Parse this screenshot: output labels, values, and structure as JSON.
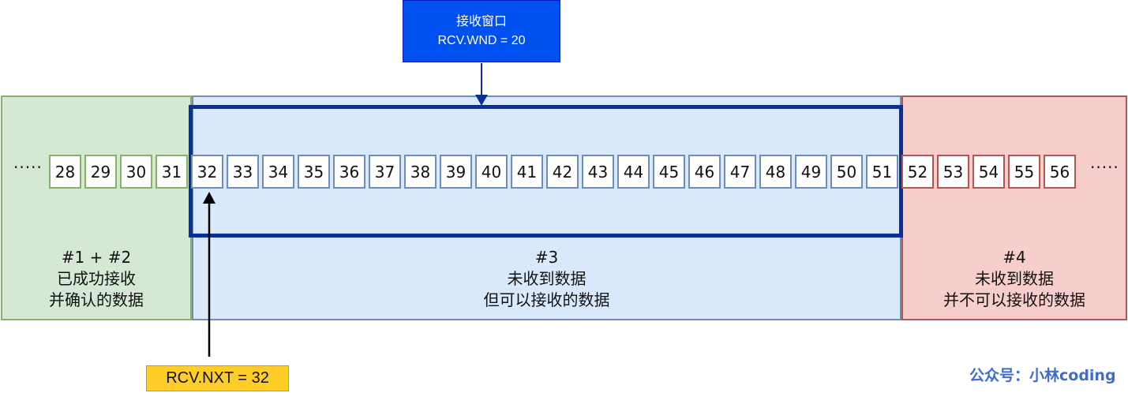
{
  "sequence": {
    "received": [
      "28",
      "29",
      "30",
      "31"
    ],
    "window": [
      "32",
      "33",
      "34",
      "35",
      "36",
      "37",
      "38",
      "39",
      "40",
      "41",
      "42",
      "43",
      "44",
      "45",
      "46",
      "47",
      "48",
      "49",
      "50",
      "51"
    ],
    "blocked": [
      "52",
      "53",
      "54",
      "55",
      "56"
    ],
    "ellipsis": "·····"
  },
  "regions": {
    "received": {
      "lines": [
        "#1 + #2",
        "已成功接收",
        "并确认的数据"
      ]
    },
    "window": {
      "lines": [
        "#3",
        "未收到数据",
        "但可以接收的数据"
      ]
    },
    "blocked": {
      "lines": [
        "#4",
        "未收到数据",
        "并不可以接收的数据"
      ]
    }
  },
  "rcv_wnd": {
    "title": "接收窗口",
    "value": "RCV.WND = 20"
  },
  "rcv_nxt": {
    "label": "RCV.NXT = 32"
  },
  "watermark": "公众号：小林coding",
  "colors": {
    "received_fill": "#d5e8d4",
    "received_border": "#82b366",
    "window_fill": "#dae8fc",
    "window_border": "#6c8ebf",
    "window_frame": "#0b2f99",
    "blocked_fill": "#f8cecc",
    "blocked_border": "#b85450",
    "rcv_wnd_fill": "#0050ef",
    "rcv_nxt_fill": "#ffcd28",
    "watermark": "#3f6ccf"
  }
}
